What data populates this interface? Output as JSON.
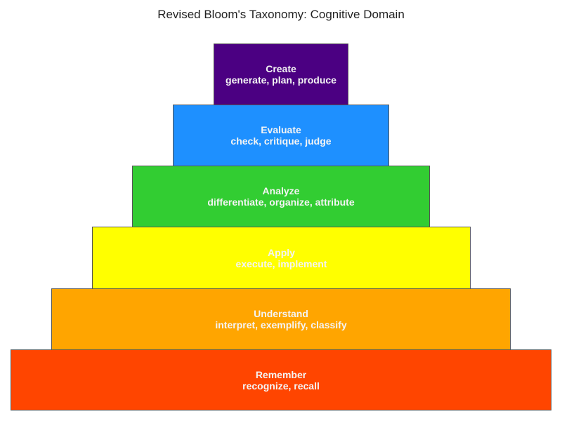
{
  "title": "Revised Bloom's Taxonomy: Cognitive Domain",
  "tiers": [
    {
      "name": "Create",
      "verbs": "generate, plan, produce",
      "color": "#4B0082"
    },
    {
      "name": "Evaluate",
      "verbs": "check, critique, judge",
      "color": "#1E90FF"
    },
    {
      "name": "Analyze",
      "verbs": "differentiate, organize, attribute",
      "color": "#32CD32"
    },
    {
      "name": "Apply",
      "verbs": "execute, implement",
      "color": "#FFFF00"
    },
    {
      "name": "Understand",
      "verbs": "interpret, exemplify, classify",
      "color": "#FFA500"
    },
    {
      "name": "Remember",
      "verbs": "recognize, recall",
      "color": "#FF4500"
    }
  ]
}
